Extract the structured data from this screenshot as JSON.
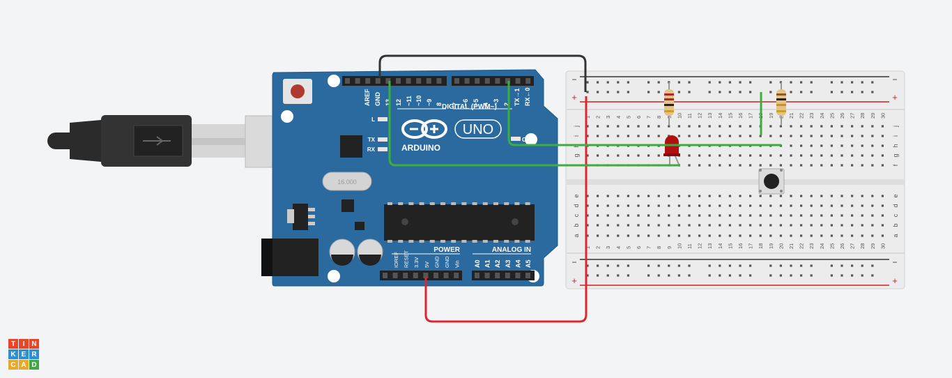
{
  "arduino": {
    "header_top_labels": [
      "AREF",
      "GND",
      "13",
      "12",
      "~11",
      "~10",
      "~9",
      "8",
      "7",
      "~6",
      "~5",
      "4",
      "~3",
      "2",
      "TX→1",
      "RX←0"
    ],
    "digital_label": "DIGITAL (PWM~)",
    "brand": "ARDUINO",
    "model": "UNO",
    "led_labels": [
      "L",
      "TX",
      "RX"
    ],
    "on_label": "ON",
    "crystal_label": "16.000",
    "power_label": "POWER",
    "analog_label": "ANALOG IN",
    "power_pins": [
      "IOREF",
      "RESET",
      "3.3V",
      "5V",
      "GND",
      "GND",
      "Vin"
    ],
    "analog_pins": [
      "A0",
      "A1",
      "A2",
      "A3",
      "A4",
      "A5"
    ]
  },
  "breadboard": {
    "columns": [
      "1",
      "2",
      "3",
      "4",
      "5",
      "6",
      "7",
      "8",
      "9",
      "10",
      "11",
      "12",
      "13",
      "14",
      "15",
      "16",
      "17",
      "18",
      "19",
      "20",
      "21",
      "22",
      "23",
      "24",
      "25",
      "26",
      "27",
      "28",
      "29",
      "30"
    ],
    "rows_top": [
      "j",
      "i",
      "h",
      "g",
      "f"
    ],
    "rows_bottom": [
      "e",
      "d",
      "c",
      "b",
      "a"
    ],
    "rail_minus": "−",
    "rail_plus": "+"
  },
  "colors": {
    "board": "#2a6a9e",
    "wire_green": "#3aae3e",
    "wire_red": "#e0262a",
    "wire_black": "#333333",
    "led": "#b01010"
  },
  "logo": [
    "T",
    "I",
    "N",
    "K",
    "E",
    "R",
    "C",
    "A",
    "D"
  ]
}
